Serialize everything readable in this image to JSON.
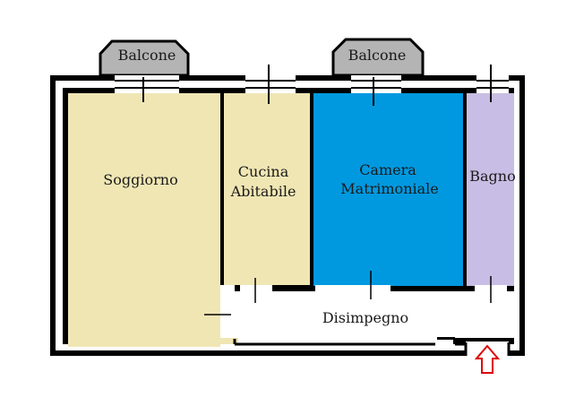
{
  "balconies": [
    {
      "label": "Balcone"
    },
    {
      "label": "Balcone"
    }
  ],
  "rooms": {
    "soggiorno": {
      "label": "Soggiorno",
      "color": "#f0e6b4"
    },
    "cucina": {
      "label_line1": "Cucina",
      "label_line2": "Abitabile",
      "color": "#f0e6b4"
    },
    "camera": {
      "label_line1": "Camera",
      "label_line2": "Matrimoniale",
      "color": "#0099e0"
    },
    "bagno": {
      "label": "Bagno",
      "color": "#c8bde4"
    },
    "disimpegno": {
      "label": "Disimpegno",
      "color": "#ffffff"
    }
  },
  "colors": {
    "wall": "#000000",
    "balcony": "#b4b4b4",
    "entrance_arrow": "#e00000"
  },
  "entrance_icon": "arrow-up-icon"
}
